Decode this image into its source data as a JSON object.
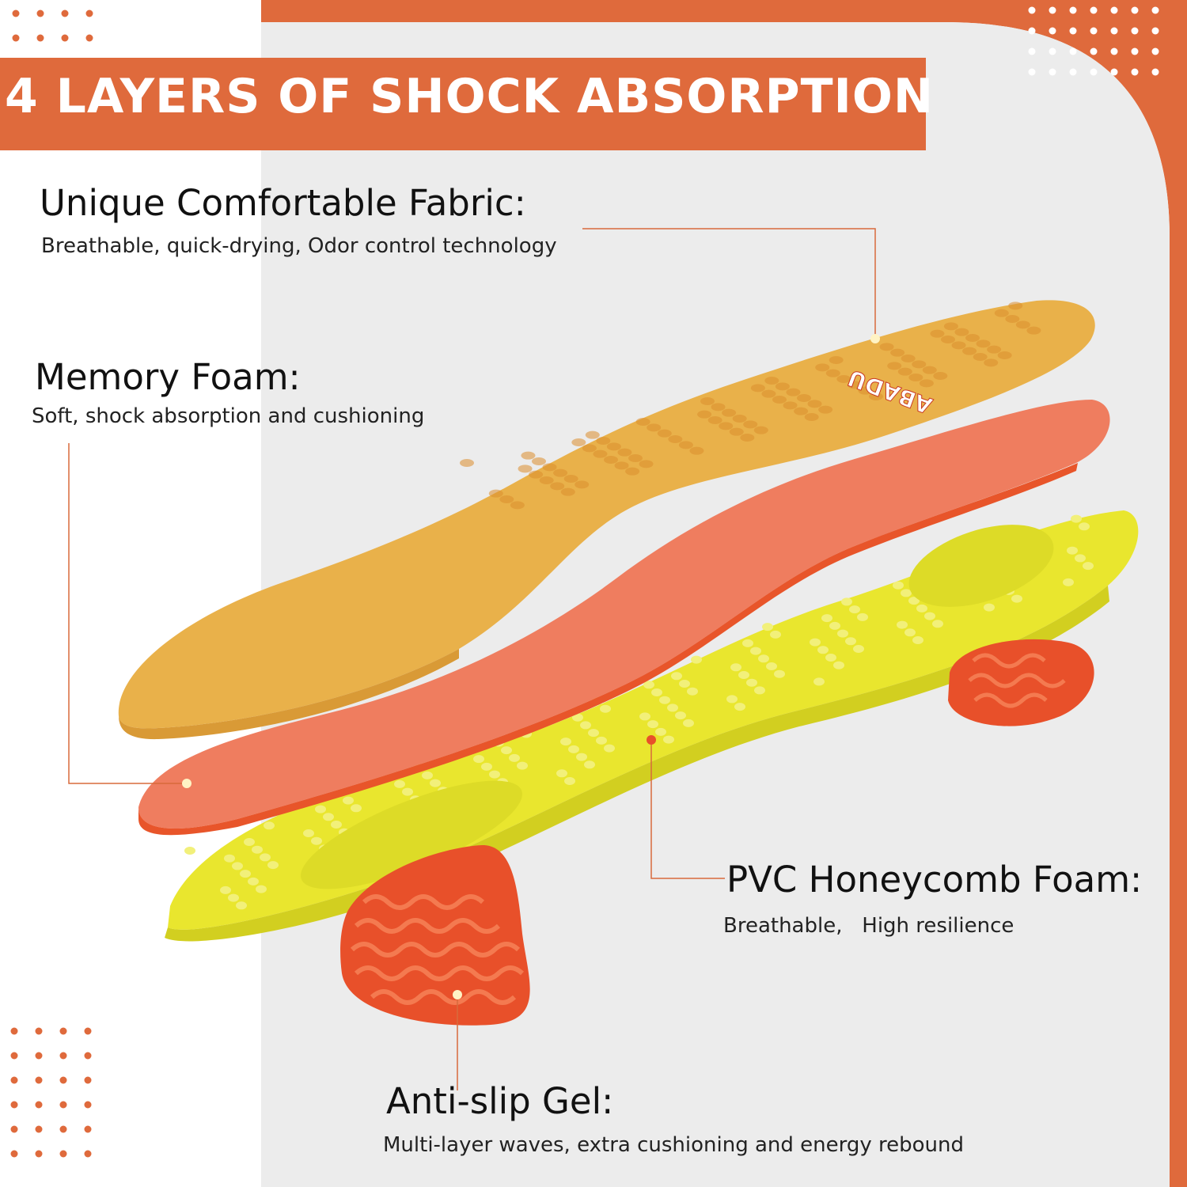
{
  "banner": {
    "title": "4 LAYERS OF SHOCK ABSORPTION"
  },
  "layers": [
    {
      "title": "Unique Comfortable Fabric:",
      "description": "Breathable, quick-drying, Odor control technology"
    },
    {
      "title": "Memory Foam:",
      "description": "Soft, shock absorption and cushioning"
    },
    {
      "title": "PVC Honeycomb Foam:",
      "description": "Breathable,   High resilience"
    },
    {
      "title": "Anti-slip Gel:",
      "description": "Multi-layer waves, extra cushioning and energy rebound"
    }
  ],
  "brand": {
    "logo_text": "ABADU"
  },
  "colors": {
    "accent": "#df6a3c",
    "panel": "#ececec",
    "fabric": "#e9b14a",
    "memory_foam": "#ef7d5f",
    "pvc_foam": "#e9e62e",
    "gel": "#e8502a"
  }
}
